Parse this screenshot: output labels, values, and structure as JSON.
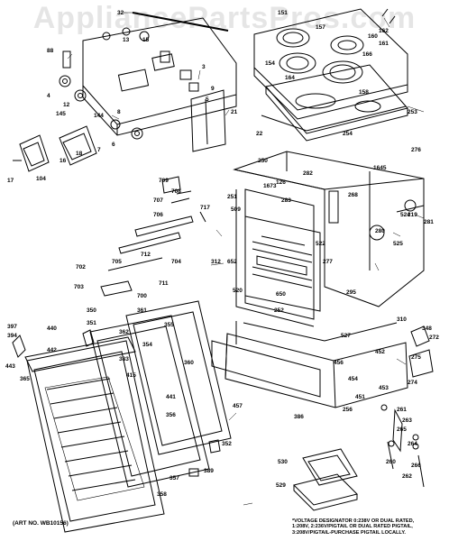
{
  "watermark": "AppliancePartsPros.com",
  "art_no": "(ART NO. WB10156)",
  "voltage_note": [
    "*VOLTAGE DESIGNATOR 0:238V OR DUAL RATED,",
    "1:208V, 2:236V/PIGTAIL OR DUAL RATED PIGTAIL,",
    "3:208V/PIGTAIL-PURCHASE PIGTAIL LOCALLY."
  ],
  "part_labels": [
    "32",
    "88",
    "4",
    "13",
    "15",
    "3",
    "5",
    "9",
    "21",
    "12",
    "145",
    "144",
    "8",
    "18",
    "16",
    "17",
    "104",
    "7",
    "6",
    "151",
    "157",
    "154",
    "164",
    "166",
    "158",
    "160",
    "161",
    "162",
    "253",
    "22",
    "254",
    "276",
    "250",
    "282",
    "1645",
    "1673",
    "126",
    "268",
    "251",
    "509",
    "283",
    "219",
    "281",
    "524",
    "280",
    "525",
    "522",
    "652",
    "277",
    "312",
    "520",
    "650",
    "295",
    "310",
    "252",
    "527",
    "348",
    "272",
    "275",
    "274",
    "452",
    "456",
    "454",
    "451",
    "453",
    "256",
    "709",
    "708",
    "707",
    "706",
    "717",
    "705",
    "712",
    "704",
    "702",
    "703",
    "711",
    "700",
    "397",
    "394",
    "440",
    "442",
    "443",
    "365",
    "351",
    "350",
    "361",
    "355",
    "354",
    "362",
    "383",
    "415",
    "360",
    "441",
    "356",
    "352",
    "357",
    "358",
    "389",
    "457",
    "386",
    "261",
    "263",
    "265",
    "264",
    "266",
    "260",
    "262",
    "530",
    "529"
  ]
}
